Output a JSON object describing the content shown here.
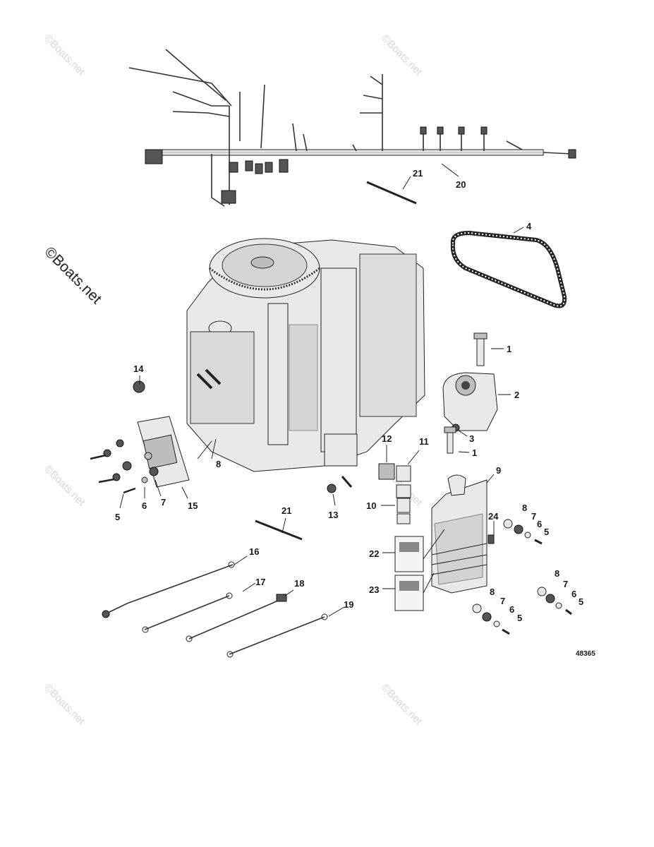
{
  "figure_number": "48365",
  "watermarks": {
    "corner": "©Boats.net",
    "main": "©Boats.net"
  },
  "callouts": [
    "1",
    "1",
    "2",
    "3",
    "4",
    "5",
    "5",
    "5",
    "5",
    "6",
    "6",
    "6",
    "6",
    "7",
    "7",
    "7",
    "7",
    "8",
    "8",
    "8",
    "8",
    "9",
    "10",
    "11",
    "12",
    "13",
    "14",
    "15",
    "16",
    "17",
    "18",
    "19",
    "20",
    "21",
    "21",
    "22",
    "23",
    "24"
  ],
  "colors": {
    "line": "#111111",
    "part_fill": "#e9e9e9",
    "watermark": "#d8d8d8"
  }
}
